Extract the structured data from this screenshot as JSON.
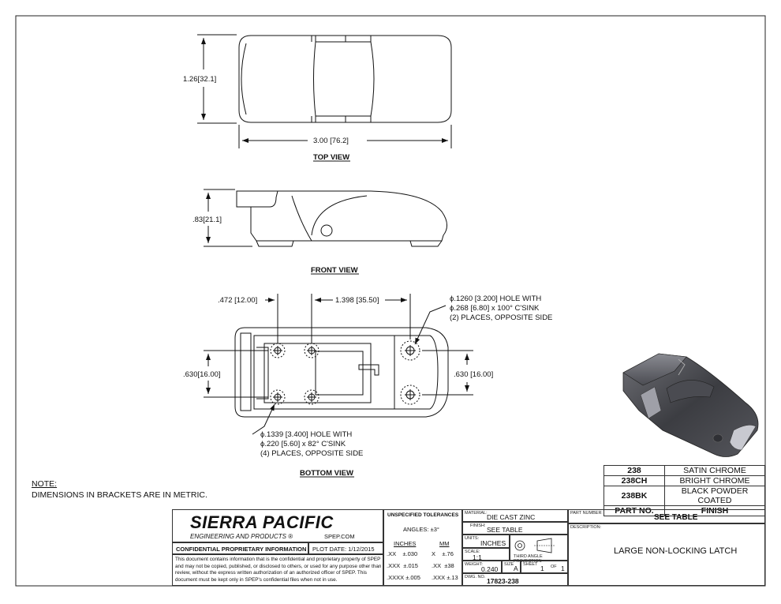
{
  "views": {
    "top": {
      "label": "TOP VIEW",
      "height_dim": "1.26",
      "height_dim_mm": "32.1",
      "width_dim": "3.00",
      "width_dim_mm": "76.2"
    },
    "front": {
      "label": "FRONT VIEW",
      "height_dim": ".83",
      "height_dim_mm": "21.1"
    },
    "bottom": {
      "label": "BOTTOM VIEW",
      "dim_472": ".472",
      "dim_472_mm": "12.00",
      "dim_1398": "1.398",
      "dim_1398_mm": "35.50",
      "dim_630_left": ".630",
      "dim_630_left_mm": "16.00",
      "dim_630_right": ".630",
      "dim_630_right_mm": "16.00",
      "hole_note_top": [
        ".1260",
        "3.200",
        " HOLE WITH",
        ".268 [6.80] x 100° C'SINK",
        "(2) PLACES, OPPOSITE SIDE"
      ],
      "hole_note_bottom": [
        ".1339",
        "3.400",
        " HOLE WITH",
        ".220 [5.60] x 82° C'SINK",
        "(4) PLACES, OPPOSITE SIDE"
      ]
    }
  },
  "note": {
    "title": "NOTE:",
    "text": "DIMENSIONS IN BRACKETS ARE IN METRIC."
  },
  "finish_table": {
    "rows": [
      {
        "part": "238",
        "finish": "SATIN CHROME"
      },
      {
        "part": "238CH",
        "finish": "BRIGHT CHROME"
      },
      {
        "part": "238BK",
        "finish": "BLACK POWDER COATED"
      }
    ],
    "header": {
      "part": "PART NO.",
      "finish": "FINISH"
    }
  },
  "title_block": {
    "company": "SIERRA PACIFIC",
    "company_sub": "ENGINEERING AND PRODUCTS",
    "website": "SPEP.COM",
    "confidential_title": "CONFIDENTIAL PROPRIETARY INFORMATION",
    "plot_date": "PLOT DATE: 1/12/2015",
    "confidential_text": "This document contains information that is the confidential and proprietary property of SPEP and may not be copied, published, or disclosed to others, or used for any purpose other than review, without the express written authorization of an authorized officer of SPEP. This document must be kept only in SPEP's confidential files when not in use.",
    "tolerances_title": "UNSPECIFIED TOLERANCES",
    "angles": "ANGLES: ±3°",
    "inches_label": "INCHES",
    "mm_label": "MM",
    "tol_rows": [
      {
        "in_fmt": ".XX",
        "in_tol": "±.030",
        "mm_fmt": "X",
        "mm_tol": "±.76"
      },
      {
        "in_fmt": ".XXX",
        "in_tol": "±.015",
        "mm_fmt": ".XX",
        "mm_tol": "±38"
      },
      {
        "in_fmt": ".XXXX",
        "in_tol": "±.005",
        "mm_fmt": ".XXX",
        "mm_tol": "±.13"
      }
    ],
    "material_label": "MATERIAL:",
    "material": "DIE CAST ZINC",
    "finish_label": "FINISH:",
    "finish": "SEE TABLE",
    "units_label": "UNITS:",
    "units": "INCHES",
    "scale_label": "SCALE:",
    "scale": "1:1",
    "projection_label": "THIRD ANGLE PROJECTION",
    "weight_label": "WEIGHT:",
    "weight": "0.240",
    "size_label": "SIZE",
    "size": "A",
    "sheet_label": "SHEET",
    "sheet": "1",
    "of_label": "OF",
    "sheet_total": "1",
    "dwg_label": "DWG. NO.",
    "dwg_no": "17823-238",
    "part_number_label": "PART NUMBER:",
    "part_number": "SEE TABLE",
    "description_label": "DESCRIPTION:",
    "description": "LARGE NON-LOCKING LATCH"
  }
}
